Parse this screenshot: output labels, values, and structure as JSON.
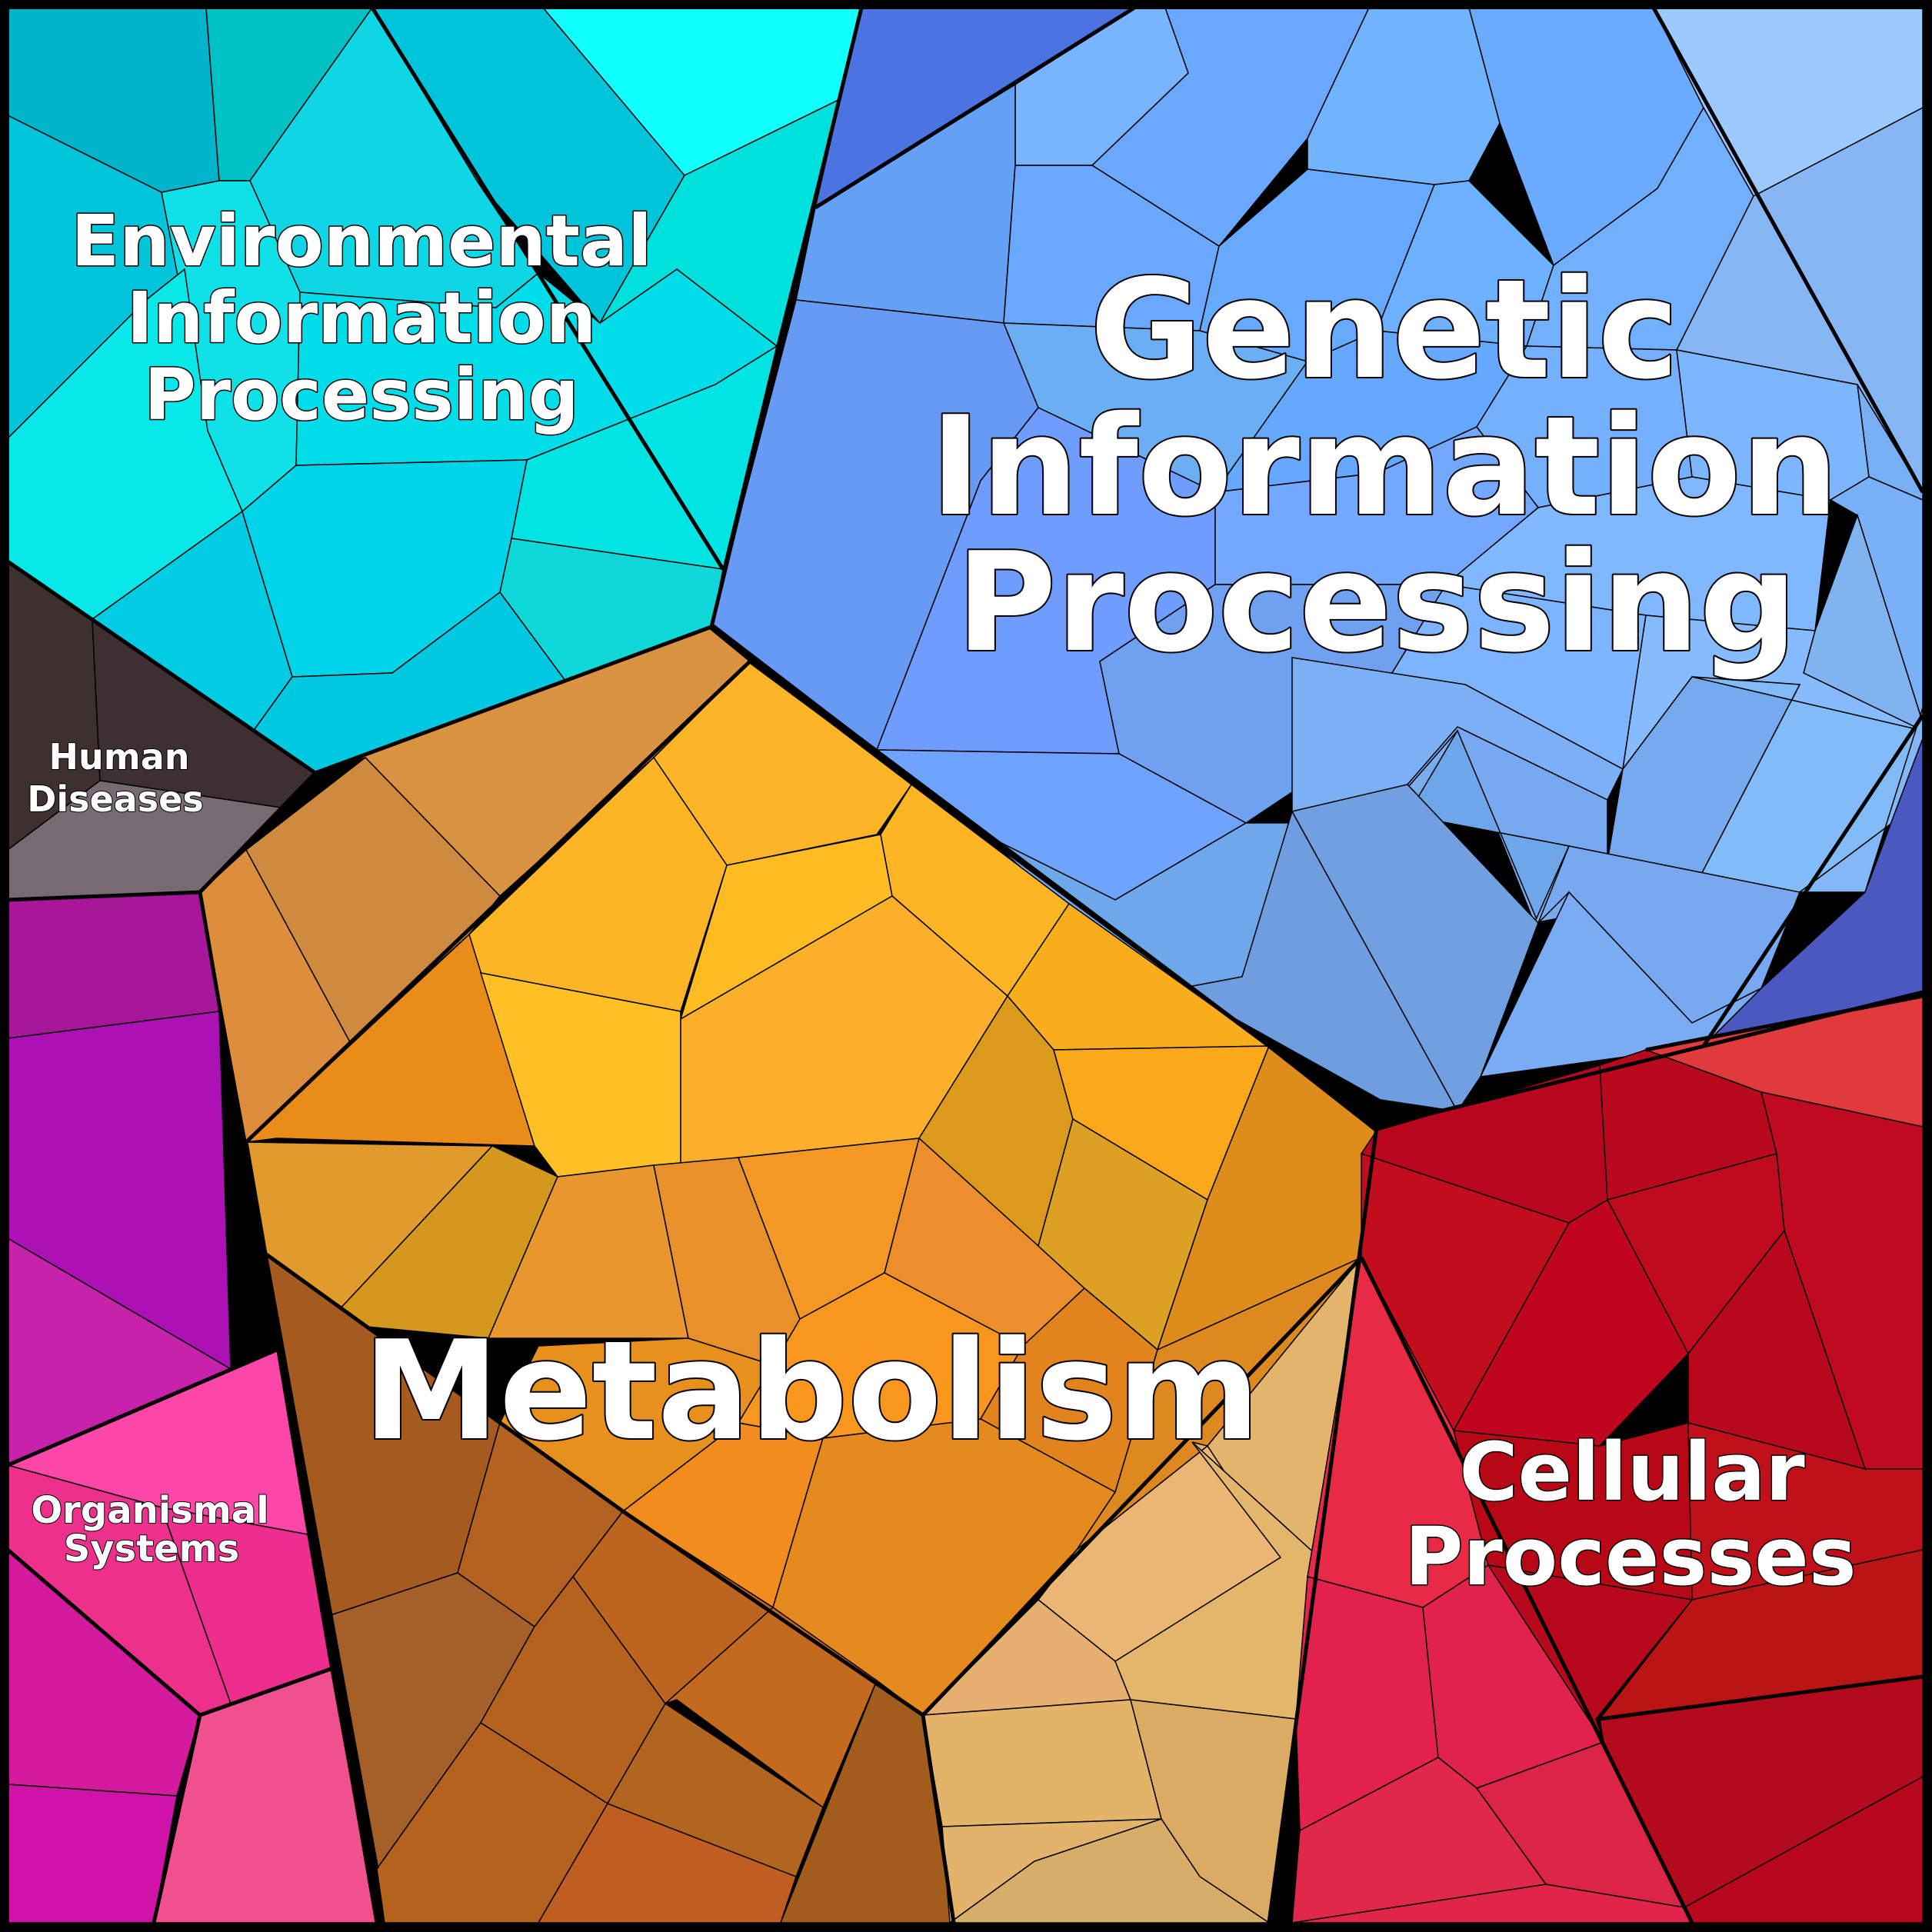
{
  "labels": {
    "environmental": [
      "Environmental",
      "Information",
      "Processing"
    ],
    "genetic": [
      "Genetic",
      "Information",
      "Processing"
    ],
    "human": [
      "Human",
      "Diseases"
    ],
    "metabolism": [
      "Metabolism"
    ],
    "organismal": [
      "Organismal",
      "Systems"
    ],
    "cellular": [
      "Cellular",
      "Processes"
    ]
  },
  "colors": {
    "environmental": "#00cfe0",
    "genetic": "#6fa8ff",
    "human": "#4a3a3c",
    "metabolism": "#e8961e",
    "organismal": "#d020a8",
    "cellular": "#c8081e",
    "border": "#000000"
  }
}
